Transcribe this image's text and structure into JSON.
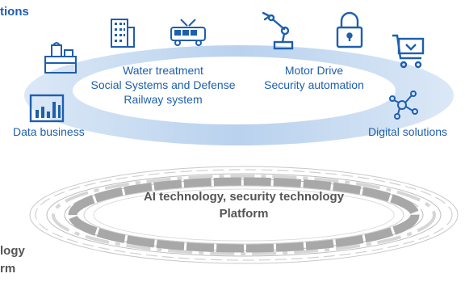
{
  "colors": {
    "accent": "#1e5fae",
    "ring_light": "#cfe0f3",
    "platform_gray": "#9a9a9a",
    "platform_text": "#555555"
  },
  "top_heading_fragment": "tions",
  "ring": {
    "center_left_lines": [
      "Water treatment",
      "Social Systems and Defense",
      "Railway system"
    ],
    "center_right_lines": [
      "Motor Drive",
      "Security automation"
    ],
    "left_label": "Data business",
    "right_label": "Digital solutions"
  },
  "platform": {
    "title_line1": "AI technology, security technology",
    "title_line2": "Platform"
  },
  "bottom_left_fragment": {
    "line1": "logy",
    "line2": "rm"
  },
  "icons": [
    "water-plant-icon",
    "building-icon",
    "train-icon",
    "robot-arm-icon",
    "padlock-icon",
    "shopping-cart-icon",
    "network-nodes-icon",
    "bar-chart-icon"
  ]
}
